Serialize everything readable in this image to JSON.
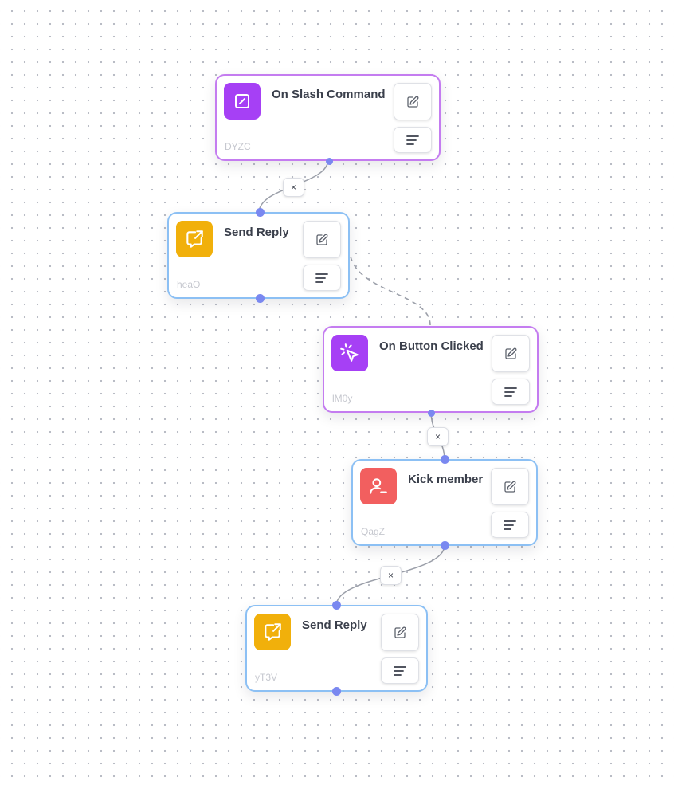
{
  "nodes": [
    {
      "id": "DYZC",
      "title": "On Slash Command",
      "kind": "event",
      "icon": "slash-command-icon",
      "icon_color": "#a640f5"
    },
    {
      "id": "heaO",
      "title": "Send Reply",
      "kind": "action",
      "icon": "reply-message-icon",
      "icon_color": "#f1b00b"
    },
    {
      "id": "lM0y",
      "title": "On Button Clicked",
      "kind": "event",
      "icon": "pointer-click-icon",
      "icon_color": "#a640f5"
    },
    {
      "id": "QagZ",
      "title": "Kick member",
      "kind": "action",
      "icon": "user-minus-icon",
      "icon_color": "#f25f5f"
    },
    {
      "id": "yT3V",
      "title": "Send Reply",
      "kind": "action",
      "icon": "reply-message-icon",
      "icon_color": "#f1b00b"
    }
  ],
  "edges": [
    {
      "from": "DYZC",
      "to": "heaO",
      "style": "solid",
      "delete_label": "×"
    },
    {
      "from": "heaO",
      "to": "lM0y",
      "style": "dashed"
    },
    {
      "from": "lM0y",
      "to": "QagZ",
      "style": "solid",
      "delete_label": "×"
    },
    {
      "from": "QagZ",
      "to": "yT3V",
      "style": "solid",
      "delete_label": "×"
    }
  ],
  "colors": {
    "event_border": "#c47cf0",
    "action_border": "#8cc0f4",
    "handle": "#7a88f0",
    "edge": "#9ca0aa"
  },
  "buttons": {
    "edit_icon": "edit-icon",
    "menu_icon": "menu-lines-icon"
  }
}
